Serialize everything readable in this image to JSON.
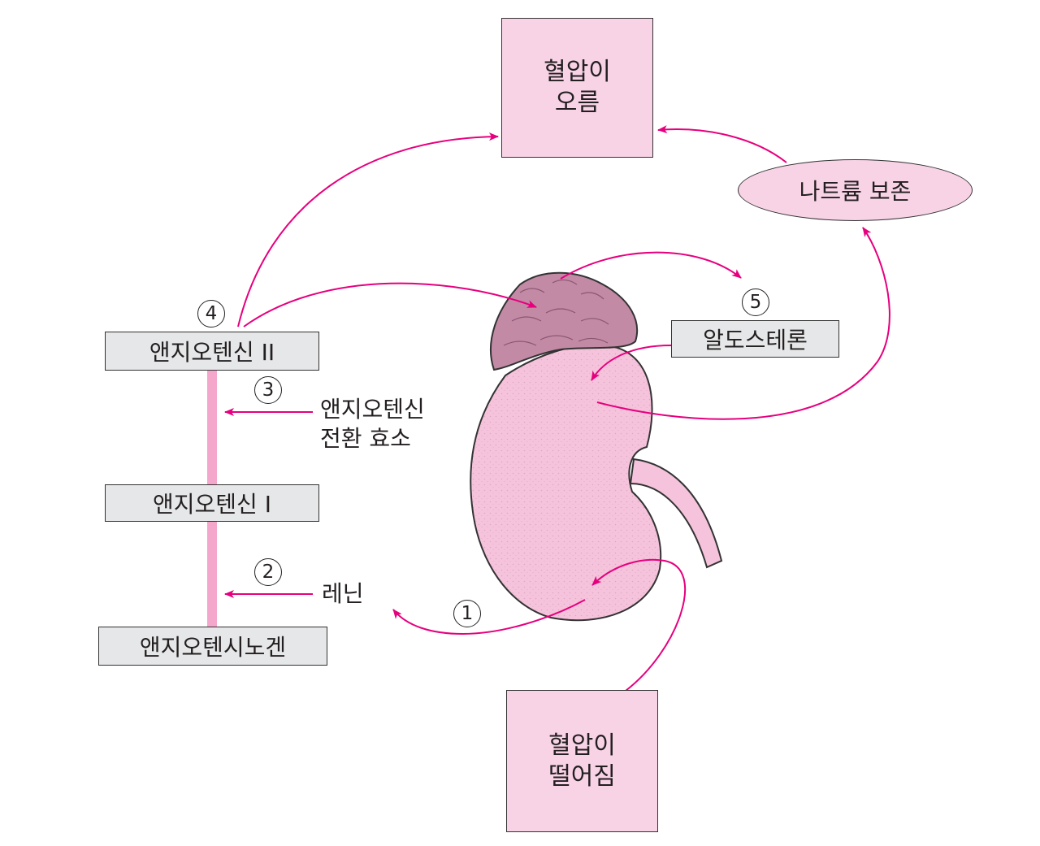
{
  "boxes": {
    "bp_rise": "혈압이\n오름",
    "bp_drop": "혈압이\n떨어짐",
    "sodium": "나트륨 보존",
    "aldosterone": "알도스테론",
    "angiotensin2": "앤지오텐신 II",
    "angiotensin1": "앤지오텐신 I",
    "angiotensinogen": "앤지오텐시노겐"
  },
  "labels": {
    "ace": "앤지오텐신\n전환 효소",
    "renin": "레닌"
  },
  "steps": [
    "1",
    "2",
    "3",
    "4",
    "5"
  ],
  "colors": {
    "arrow": "#e6007e",
    "box_pink": "#f8d3e6",
    "box_gray": "#e6e7e8",
    "kidney": "#f6c3dc",
    "adrenal": "#c38aa6",
    "chain_bar": "#f4a7cb"
  }
}
